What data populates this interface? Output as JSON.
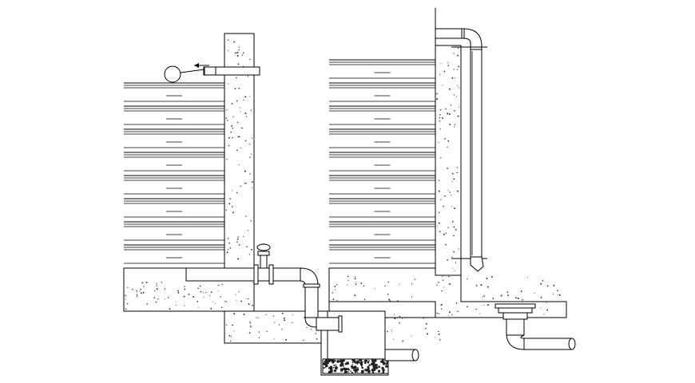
{
  "drawing": {
    "kind": "water-tank-section-cad-detail",
    "stroke_color": "#000000",
    "background_color": "#ffffff",
    "tanks": [
      {
        "id": "left-tank",
        "water_stripes": 8
      },
      {
        "id": "right-tank",
        "water_stripes": 9
      }
    ],
    "components": [
      "float-valve-icon",
      "gate-valve-icon",
      "outlet-elbow-pipe",
      "drain-pipe",
      "vertical-overflow-pipe",
      "floor-drain-icon",
      "sump-pit",
      "gravel-bed"
    ]
  }
}
